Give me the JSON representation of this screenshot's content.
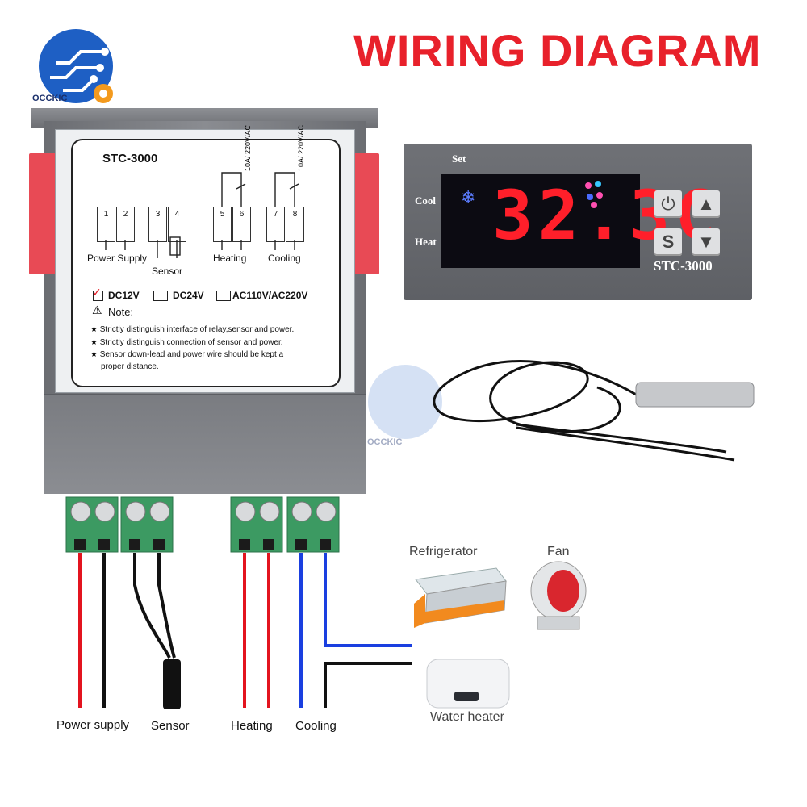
{
  "title": "WIRING DIAGRAM",
  "brand": "OCCKIC",
  "label": {
    "model": "STC-3000",
    "terminals": [
      "1",
      "2",
      "3",
      "4",
      "5",
      "6",
      "7",
      "8"
    ],
    "relay_rating": "10A/ 220V/AC",
    "groups": {
      "power": "Power Supply",
      "sensor": "Sensor",
      "heating": "Heating",
      "cooling": "Cooling"
    },
    "voltages": [
      "DC12V",
      "DC24V",
      "AC110V/AC220V"
    ],
    "note_title": "Note:",
    "notes": [
      "★ Strictly distinguish interface of relay,sensor and power.",
      "★ Strictly distinguish connection of sensor and power.",
      "★ Sensor down-lead and power wire should be kept a",
      "proper distance."
    ]
  },
  "display": {
    "set_label": "Set",
    "cool_label": "Cool",
    "heat_label": "Heat",
    "reading": "32.3C",
    "model": "STC-3000",
    "buttons": {
      "power": "⏻",
      "up": "▲",
      "set": "S",
      "down": "▼"
    }
  },
  "wiring_labels": {
    "power": "Power supply",
    "sensor": "Sensor",
    "heating": "Heating",
    "cooling": "Cooling"
  },
  "appliances": {
    "refrigerator": "Refrigerator",
    "fan": "Fan",
    "water_heater": "Water heater"
  },
  "colors": {
    "title": "#e8212b",
    "wire_red": "#e3141f",
    "wire_black": "#111111",
    "wire_blue": "#1a3fe0",
    "terminal": "#3c9a62"
  }
}
